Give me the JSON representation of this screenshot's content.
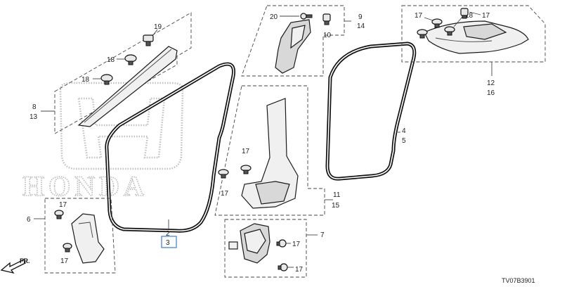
{
  "diagram": {
    "watermark_brand": "HONDA",
    "diagram_code": "TV07B3901",
    "direction_label": "FR.",
    "highlight_color": "#3a7bd5",
    "callouts": {
      "c19": "19",
      "c18a": "18",
      "c18b": "18",
      "c8": "8",
      "c13": "13",
      "c6": "6",
      "c17_g6a": "17",
      "c17_g6b": "17",
      "c2": "2",
      "c3": "3",
      "c20": "20",
      "c9": "9",
      "c14": "14",
      "c10": "10",
      "c17_g11a": "17",
      "c17_g11b": "17",
      "c11": "11",
      "c15": "15",
      "c4": "4",
      "c5": "5",
      "c17_g12a": "17",
      "c18_g12": "18",
      "c17_g12b": "17",
      "c12": "12",
      "c16": "16",
      "c7": "7",
      "c17_g7a": "17",
      "c17_g7b": "17"
    }
  }
}
